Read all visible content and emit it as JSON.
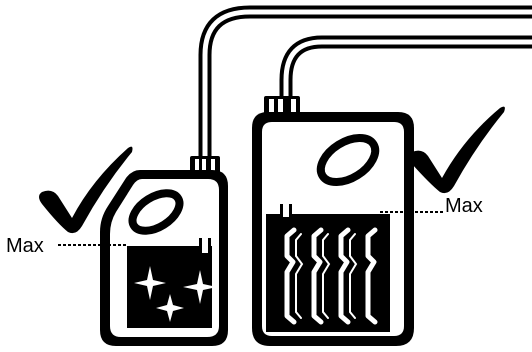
{
  "labels": {
    "left_max": "Max",
    "right_max": "Max"
  },
  "icons": {
    "left_check": "check-mark-icon",
    "right_check": "check-mark-icon",
    "clean_water_symbol": "sparkle-icon",
    "dirty_water_symbol": "wavy-dirt-lines-icon"
  },
  "containers": [
    {
      "id": "clean-water-tank",
      "fill_state": "at-max-level"
    },
    {
      "id": "dirty-water-tank",
      "fill_state": "at-max-level"
    }
  ],
  "colors": {
    "ink": "#000000",
    "paper": "#ffffff"
  }
}
